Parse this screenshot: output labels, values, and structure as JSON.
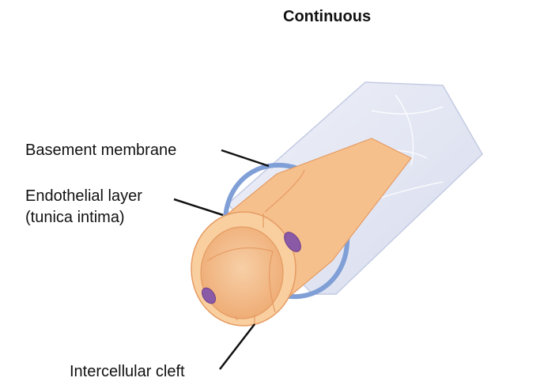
{
  "title": "Continuous",
  "labels": {
    "basement_membrane": "Basement membrane",
    "endothelial_layer": "Endothelial layer",
    "tunica_intima": "(tunica intima)",
    "intercellular_cleft": "Intercellular cleft"
  },
  "colors": {
    "outer_tube": "#dfe3f2",
    "basement_ring": "#7f9fd6",
    "endothelium": "#f6c08d",
    "endothelium_edge": "#e59a62",
    "nucleus": "#8b5aa6"
  }
}
